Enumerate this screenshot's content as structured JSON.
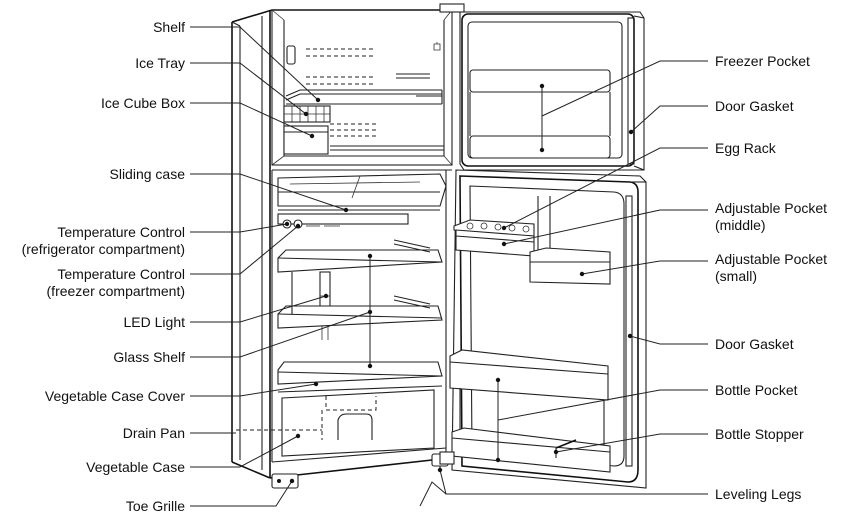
{
  "labels": {
    "shelf": "Shelf",
    "ice_tray": "Ice Tray",
    "ice_cube_box": "Ice Cube Box",
    "sliding_case": "Sliding case",
    "temp_control_ref_1": "Temperature Control",
    "temp_control_ref_2": "(refrigerator compartment)",
    "temp_control_frz_1": "Temperature Control",
    "temp_control_frz_2": "(freezer compartment)",
    "led_light": "LED Light",
    "glass_shelf": "Glass Shelf",
    "vegetable_case_cover": "Vegetable Case Cover",
    "drain_pan": "Drain Pan",
    "vegetable_case": "Vegetable Case",
    "toe_grille": "Toe Grille",
    "freezer_pocket": "Freezer Pocket",
    "door_gasket_top": "Door Gasket",
    "egg_rack": "Egg Rack",
    "adjustable_pocket_middle_1": "Adjustable Pocket",
    "adjustable_pocket_middle_2": "(middle)",
    "adjustable_pocket_small_1": "Adjustable Pocket",
    "adjustable_pocket_small_2": "(small)",
    "door_gasket_bottom": "Door Gasket",
    "bottle_pocket": "Bottle Pocket",
    "bottle_stopper": "Bottle Stopper",
    "leveling_legs": "Leveling Legs"
  }
}
